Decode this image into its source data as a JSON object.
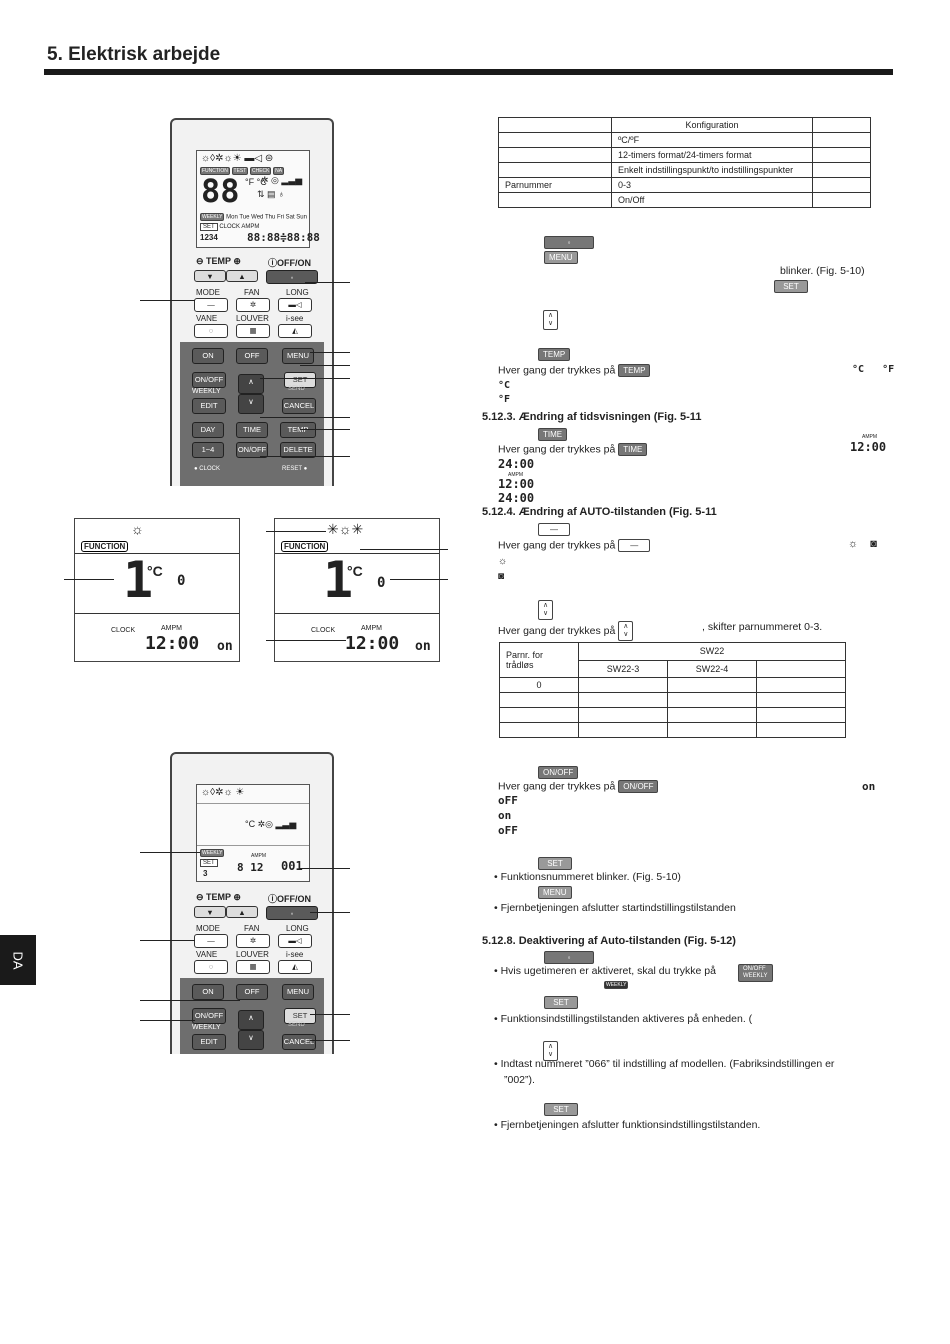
{
  "header": {
    "title": "5.  Elektrisk arbejde",
    "side_tab": "DA"
  },
  "config_table": {
    "header": "Konfiguration",
    "rows": [
      {
        "c1": "",
        "c2": "ºC/ºF"
      },
      {
        "c1": "",
        "c2": "12-timers format/24-timers format"
      },
      {
        "c1": "",
        "c2": "Enkelt indstillingspunkt/to indstillingspunkter"
      },
      {
        "c1": "Parnummer",
        "c2": "0-3"
      },
      {
        "c1": "",
        "c2": "On/Off"
      }
    ]
  },
  "remote": {
    "temp_label": "TEMP",
    "onoff_label": "OFF/ON",
    "mode": "MODE",
    "fan": "FAN",
    "long": "LONG",
    "vane": "VANE",
    "louver": "LOUVER",
    "isee": "i-see",
    "on": "ON",
    "off": "OFF",
    "menu": "MENU",
    "onoff_btn": "ON/OFF",
    "weekly": "WEEKLY",
    "edit": "EDIT",
    "set": "SET",
    "send": "SEND",
    "cancel": "CANCEL",
    "day": "DAY",
    "time": "TIME",
    "temp_btn": "TEMP",
    "range": "1~4",
    "onoff2": "ON/OFF",
    "delete": "DELETE",
    "clock": "CLOCK",
    "reset": "RESET",
    "lcd_function": "FUNCTION",
    "lcd_test": "TEST",
    "lcd_check": "CHECK",
    "lcd_na": "NA",
    "lcd_weekly": "WEEKLY",
    "lcd_days": "Mon Tue Wed Thu Fri Sat Sun",
    "lcd_set": "SET",
    "lcd_clock": "CLOCK",
    "lcd_ampm": "AMPM",
    "lcd_1234": "1234",
    "lcd_big": "88"
  },
  "figs": {
    "function": "FUNCTION",
    "clock": "CLOCK",
    "ampm": "AMPM",
    "time": "12:00",
    "on": "on",
    "unit": "°C",
    "zero": "0",
    "digit": "1",
    "lower_weekly": "WEEKLY",
    "lower_set": "SET",
    "lower_num": "3",
    "lower_time": "8 12",
    "lower_code": "001"
  },
  "text": {
    "blinker": "blinker. (Fig. 5-10)",
    "temp_line": "Hver gang der trykkes på",
    "sec_5123": "5.12.3. Ændring af tidsvisningen (Fig. 5-11",
    "time_line": "Hver gang der trykkes på",
    "sec_5124": "5.12.4. Ændring af AUTO-tilstanden (Fig. 5-11",
    "auto_line": "Hver gang der trykkes på",
    "pair_line_a": "Hver gang der trykkes på",
    "pair_line_b": ", skifter parnummeret 0-3.",
    "onoff_line": "Hver gang der trykkes på",
    "func_blink": "•  Funktionsnummeret     blinker. (Fig. 5-10)",
    "exit_init": "•  Fjernbetjeningen afslutter startindstillingstilstanden",
    "sec_5128": "5.12.8. Deaktivering af Auto-tilstanden (Fig. 5-12)",
    "weekly_line": "•  Hvis ugetimeren er aktiveret, skal du trykke på",
    "func_active": "•  Funktionsindstillingstilstanden aktiveres på enheden. (",
    "model_a": "•  Indtast nummeret ”066” til indstilling af modellen. (Fabriksindstillingen er",
    "model_b": "”002”).",
    "exit_func": "•  Fjernbetjeningen afslutter funktionsindstillingstilstanden."
  },
  "buttons": {
    "temp": "TEMP",
    "time": "TIME",
    "menu": "MENU",
    "set": "SET",
    "onoff": "ON/OFF",
    "dash": "—",
    "weekly": "WEEKLY"
  },
  "segments": {
    "c": "°C",
    "f": "°F",
    "t1200": "12:00",
    "t2400": "24:00",
    "on": "on",
    "off": "oFF",
    "ampm": "AMPM"
  },
  "sw_table": {
    "col0": "Parnr. for trådløs",
    "sw22": "SW22",
    "sw223": "SW22-3",
    "sw224": "SW22-4",
    "row0": "0"
  }
}
